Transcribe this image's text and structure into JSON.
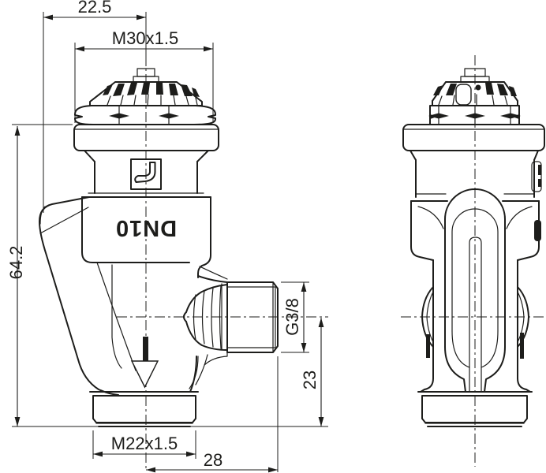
{
  "drawing": {
    "background": "#ffffff",
    "line_color": "#1d1d1b",
    "body_marking": "DN10",
    "dimensions": {
      "head_offset": "22.5",
      "head_thread": "M30x1.5",
      "overall_height": "64.2",
      "outlet_thread": "G3/8",
      "outlet_axis_to_base": "23",
      "tail_thread": "M22x1.5",
      "axis_to_outlet_face": "28"
    }
  }
}
